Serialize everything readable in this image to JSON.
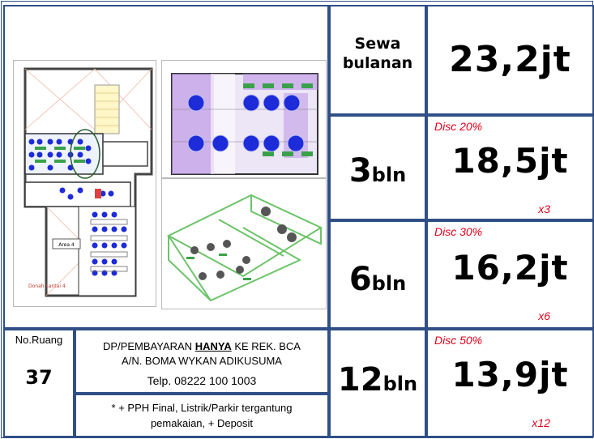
{
  "floor_plan": {
    "label": "Donah Lantai 4",
    "area_label": "Area 4"
  },
  "monthly": {
    "label_line1": "Sewa",
    "label_line2": "bulanan",
    "price": "23,2jt"
  },
  "terms": [
    {
      "num": "3",
      "unit": "bln",
      "discount": "Disc 20%",
      "price": "18,5jt",
      "multiplier": "x3"
    },
    {
      "num": "6",
      "unit": "bln",
      "discount": "Disc 30%",
      "price": "16,2jt",
      "multiplier": "x6"
    },
    {
      "num": "12",
      "unit": "bln",
      "discount": "Disc 50%",
      "price": "13,9jt",
      "multiplier": "x12"
    }
  ],
  "room": {
    "label": "No.Ruang",
    "number": "37"
  },
  "payment": {
    "prefix": "DP/PEMBAYARAN ",
    "emphasis": "HANYA",
    "suffix": " KE REK. BCA",
    "account_name": "A/N. BOMA WYKAN ADIKUSUMA",
    "phone": "Telp. 08222 100 1003"
  },
  "note": {
    "line1": "* + PPH Final, Listrik/Parkir tergantung",
    "line2": "pemakaian, + Deposit"
  },
  "colors": {
    "border": "#2f4f86",
    "discount": "#e0001a",
    "desk_blue": "#1e2bd8",
    "chair_green": "#3aa14a",
    "room_purple": "#a66ad9"
  }
}
